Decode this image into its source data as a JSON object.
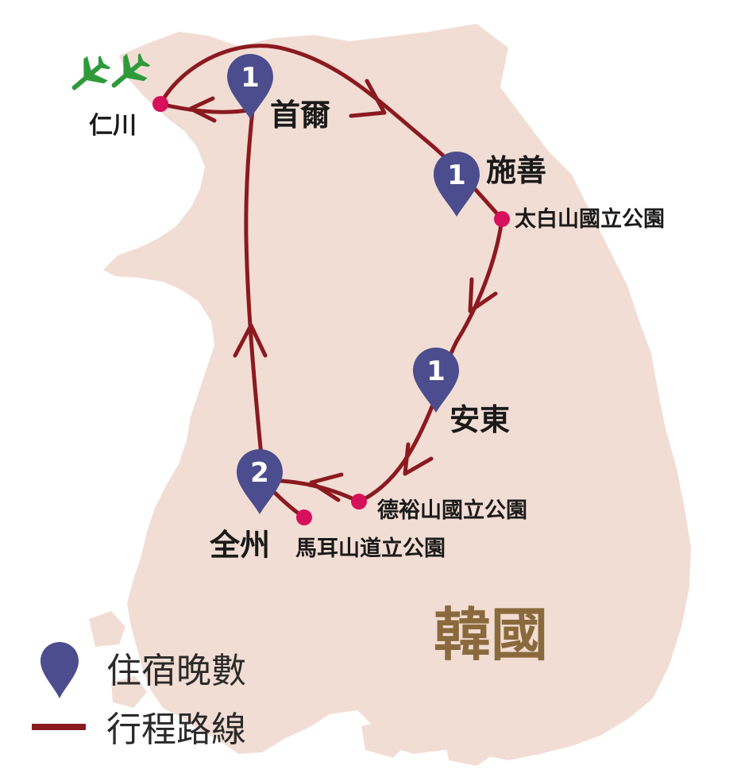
{
  "country": {
    "name": "韓國",
    "color": "#8a6a3c"
  },
  "colors": {
    "land": "#f2ddd4",
    "route": "#8b1a1f",
    "pin": "#4b4d8e",
    "stop": "#d6105a",
    "plane": "#2e9a3a"
  },
  "icons": [
    "airplane-icon",
    "map-pin-icon",
    "route-dot-icon"
  ],
  "places": {
    "incheon": "仁川",
    "seoul": "首爾",
    "sokcho": "施善",
    "taebaek": "太白山國立公園",
    "andong": "安東",
    "deogyu": "德裕山國立公園",
    "jeonju": "全州",
    "maisan": "馬耳山道立公園"
  },
  "nights": {
    "seoul": "1",
    "sokcho": "1",
    "andong": "1",
    "jeonju": "2"
  },
  "legend": {
    "nights_label": "住宿晚數",
    "route_label": "行程路線"
  }
}
